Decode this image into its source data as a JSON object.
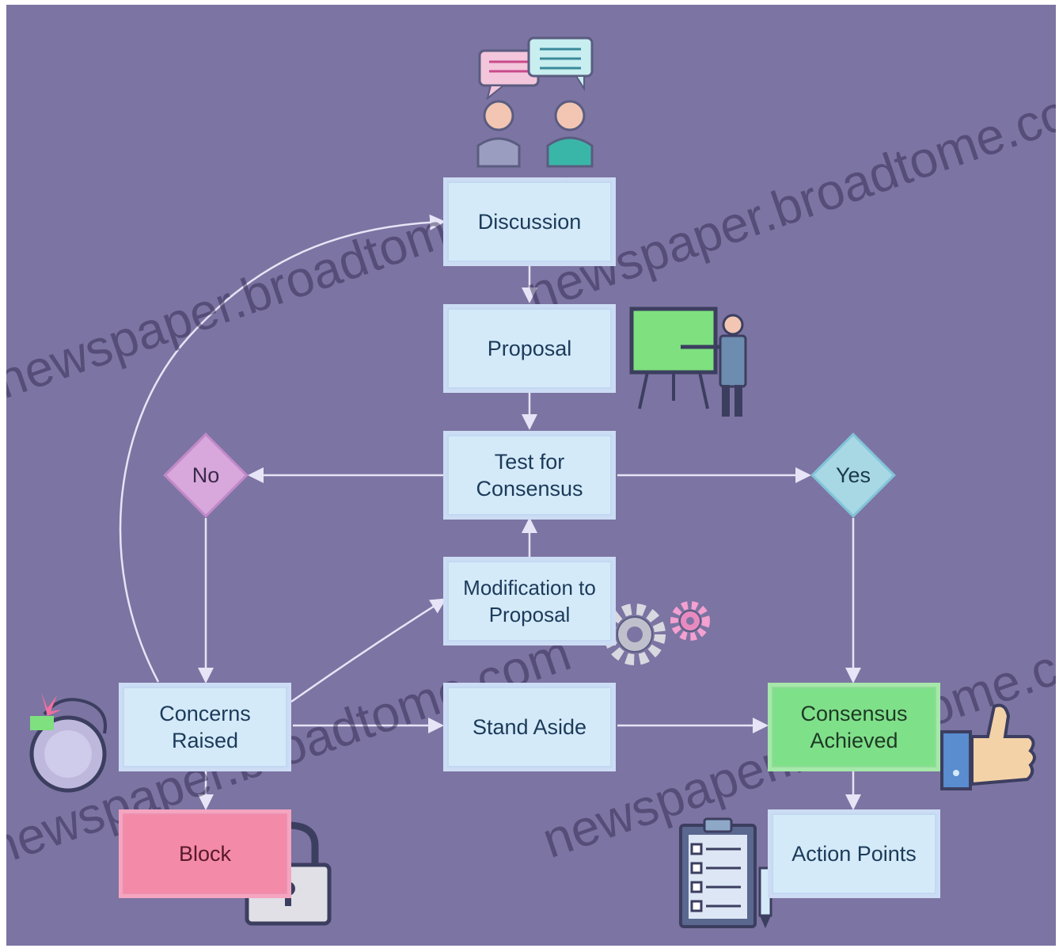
{
  "nodes": {
    "discussion": "Discussion",
    "proposal": "Proposal",
    "test_for_consensus": [
      "Test for",
      "Consensus"
    ],
    "modification": [
      "Modification to",
      "Proposal"
    ],
    "concerns_raised": [
      "Concerns",
      "Raised"
    ],
    "stand_aside": "Stand Aside",
    "consensus_achieved": [
      "Consensus",
      "Achieved"
    ],
    "block": "Block",
    "action_points": "Action Points"
  },
  "decisions": {
    "no": "No",
    "yes": "Yes"
  },
  "watermark": "newspaper.broadtome.com",
  "colors": {
    "background": "#7c74a2",
    "box_fill": "#d4eaf8",
    "consensus_fill": "#7fe08a",
    "block_fill": "#f38aa8",
    "no_diamond": "#d8a8dc",
    "yes_diamond": "#a8d8e4",
    "connector": "#e6e4f6"
  },
  "icons": [
    "chat-people-icon",
    "presentation-board-icon",
    "gears-icon",
    "bomb-icon",
    "thumbs-up-icon",
    "padlock-icon",
    "clipboard-checklist-icon"
  ]
}
